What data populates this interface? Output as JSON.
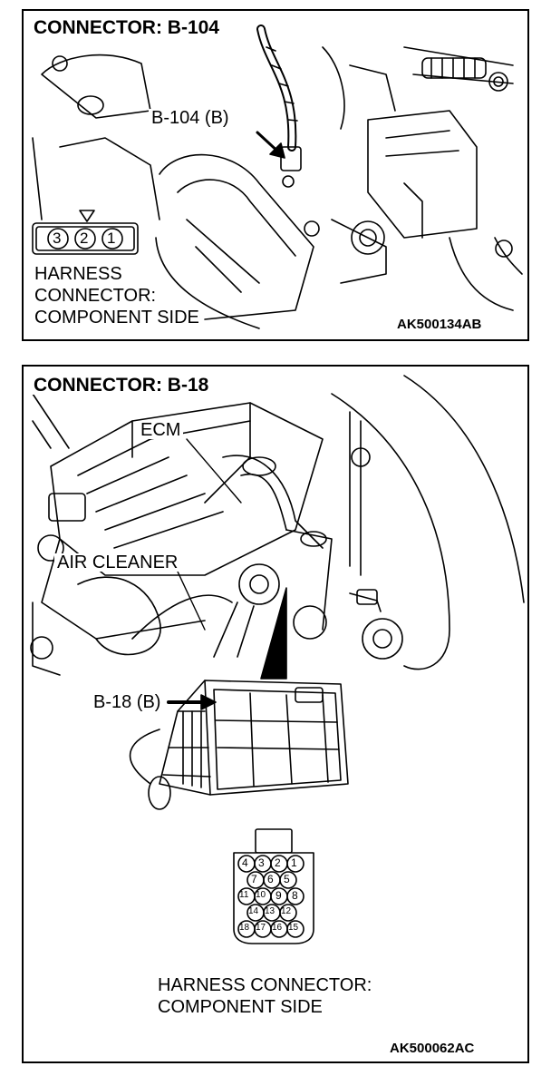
{
  "top_panel": {
    "title": "CONNECTOR: B-104",
    "connector_callout": "B-104 (B)",
    "pin_labels": [
      "3",
      "2",
      "1"
    ],
    "harness_caption": "HARNESS\nCONNECTOR:\nCOMPONENT SIDE",
    "figure_code": "AK500134AB"
  },
  "bottom_panel": {
    "title": "CONNECTOR: B-18",
    "ecm_label": "ECM",
    "air_cleaner_label": "AIR CLEANER",
    "connector_callout": "B-18 (B)",
    "pin_labels": [
      "4",
      "3",
      "2",
      "1",
      "7",
      "6",
      "5",
      "11",
      "10",
      "9",
      "8",
      "14",
      "13",
      "12",
      "18",
      "17",
      "16",
      "15"
    ],
    "harness_caption": "HARNESS CONNECTOR:\nCOMPONENT SIDE",
    "figure_code": "AK500062AC"
  }
}
